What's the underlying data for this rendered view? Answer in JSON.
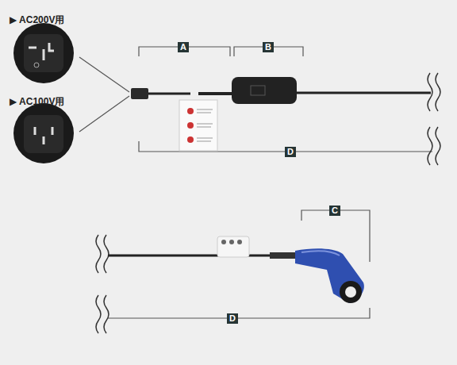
{
  "diagram": {
    "nodes": [
      {
        "text": [
          "A"
        ]
      },
      {
        "text": [
          "B"
        ]
      },
      {
        "text": [
          "D"
        ]
      },
      {
        "text": [
          "C"
        ]
      },
      {
        "text": [
          "D"
        ]
      }
    ],
    "labels": [
      "▶ AC200V用",
      "▶ AC100V用"
    ]
  }
}
